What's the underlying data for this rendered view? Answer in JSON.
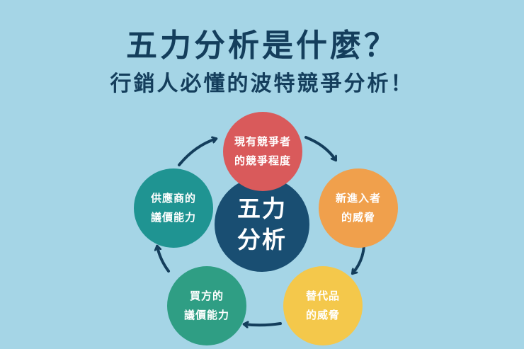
{
  "title": {
    "main": "五力分析是什麼？",
    "sub": "行銷人必懂的波特競爭分析！"
  },
  "center": {
    "line1": "五力",
    "line2": "分析"
  },
  "forces": [
    {
      "line1": "現有競爭者",
      "line2": "的競爭程度",
      "color": "#d95a5b"
    },
    {
      "line1": "新進入者",
      "line2": "的威脅",
      "color": "#f0a04c"
    },
    {
      "line1": "替代品",
      "line2": "的威脅",
      "color": "#f4c84b"
    },
    {
      "line1": "買方的",
      "line2": "議價能力",
      "color": "#2f9e84"
    },
    {
      "line1": "供應商的",
      "line2": "議價能力",
      "color": "#1f9492"
    }
  ],
  "colors": {
    "background": "#a5d5e6",
    "title": "#143e5c",
    "center": "#194e72",
    "arrow": "#143e5c"
  }
}
